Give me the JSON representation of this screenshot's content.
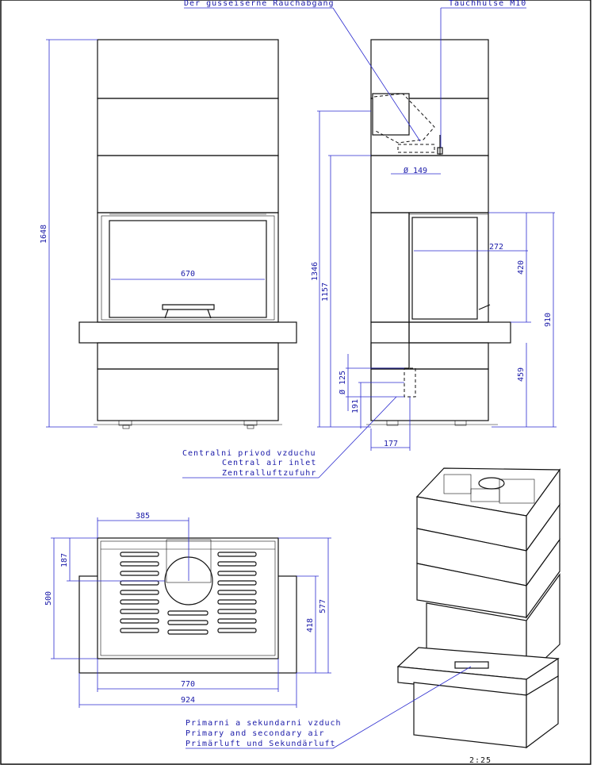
{
  "annotations": {
    "cast_iron_flue": "Der gusseiserne Rauchabgang",
    "immersion_sleeve": "Tauchhülse M10",
    "central_air_cz": "Centralni privod vzduchu",
    "central_air_en": "Central air inlet",
    "central_air_de": "Zentralluftzufuhr",
    "primary_air_cz": "Primarni a sekundarni vzduch",
    "primary_air_en": "Primary and secondary air",
    "primary_air_de": "Primärluft und Sekundärluft",
    "scale": "2:25"
  },
  "dimensions": {
    "total_height": "1648",
    "firebox_width": "670",
    "flue_diameter": "Ø 149",
    "height_1346": "1346",
    "height_1157": "1157",
    "depth_272": "272",
    "door_height": "420",
    "height_910": "910",
    "base_height": "459",
    "air_diameter": "Ø 125",
    "air_height": "191",
    "air_offset": "177",
    "top_385": "385",
    "top_187": "187",
    "top_500": "500",
    "top_418": "418",
    "top_577": "577",
    "top_770": "770",
    "top_924": "924"
  },
  "colors": {
    "dimension": "#1a1aa8",
    "outline": "#111111"
  }
}
